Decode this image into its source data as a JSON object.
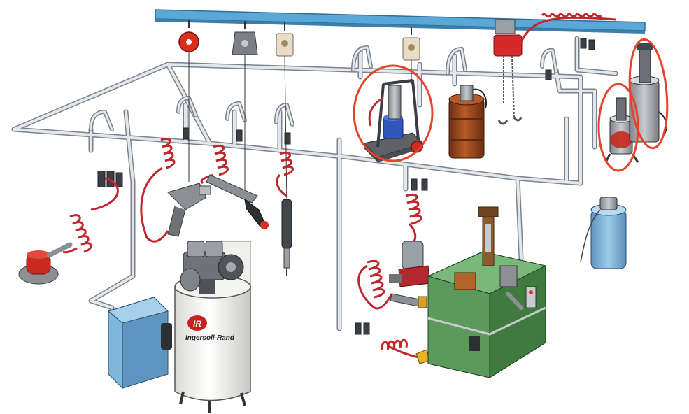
{
  "brand": {
    "logo_mark": "IR",
    "name": "Ingersoll-Rand"
  },
  "colors": {
    "beam": "#5aa8d8",
    "pipe": "#dfe3e8",
    "pipe_edge": "#7a838c",
    "hose": "#c0262c",
    "highlight": "#e8432a",
    "compressor_tank": "#f7f7f4",
    "panel_blue": "#7fb6dc",
    "bench_green": "#5c9a5c",
    "drum_brown": "#9c4a1e",
    "tool_gray": "#8c8f94"
  },
  "highlight_circles": [
    "air-lubricator-cart",
    "pail-grease-pump",
    "drum-grease-pump"
  ]
}
